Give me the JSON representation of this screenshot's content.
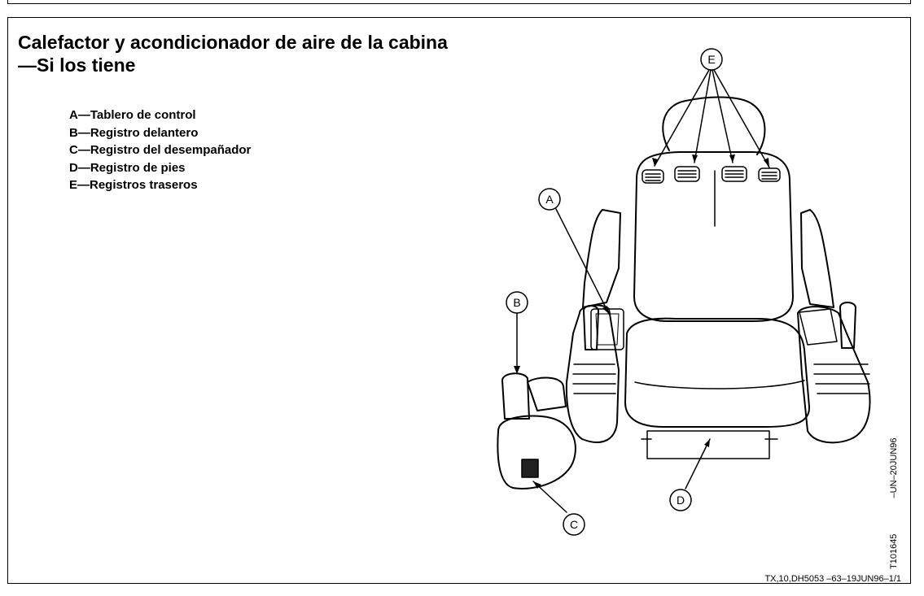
{
  "document": {
    "title": "Calefactor y acondicionador de aire de la cabina—Si los tiene",
    "legend": [
      "A—Tablero de control",
      "B—Registro delantero",
      "C—Registro del desempañador",
      "D—Registro de pies",
      "E—Registros traseros"
    ],
    "figure": {
      "callouts": [
        "A",
        "B",
        "C",
        "D",
        "E"
      ],
      "image_code": "T101645",
      "image_date": "–UN–20JUN96"
    },
    "footer_ref": "TX,10,DH5053   –63–19JUN96–1/1"
  }
}
